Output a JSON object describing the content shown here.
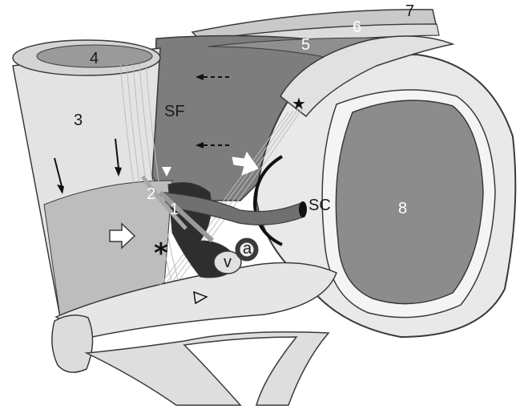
{
  "labels": {
    "n1": "1",
    "n2": "2",
    "n3": "3",
    "n4": "4",
    "n5": "5",
    "n6": "6",
    "n7": "7",
    "n8": "8",
    "sf": "SF",
    "sc": "SC",
    "v": "v",
    "a": "a",
    "asterisk": "*",
    "star": "★"
  },
  "colors": {
    "background": "#ffffff",
    "outline": "#3a3a3a",
    "bone_light": "#e9e9e9",
    "bone_mid": "#cfcfcf",
    "tissue_dark": "#6f6f6f",
    "tissue_mid": "#8f8f8f",
    "sheath_light": "#d7d7d7",
    "black": "#111111"
  }
}
